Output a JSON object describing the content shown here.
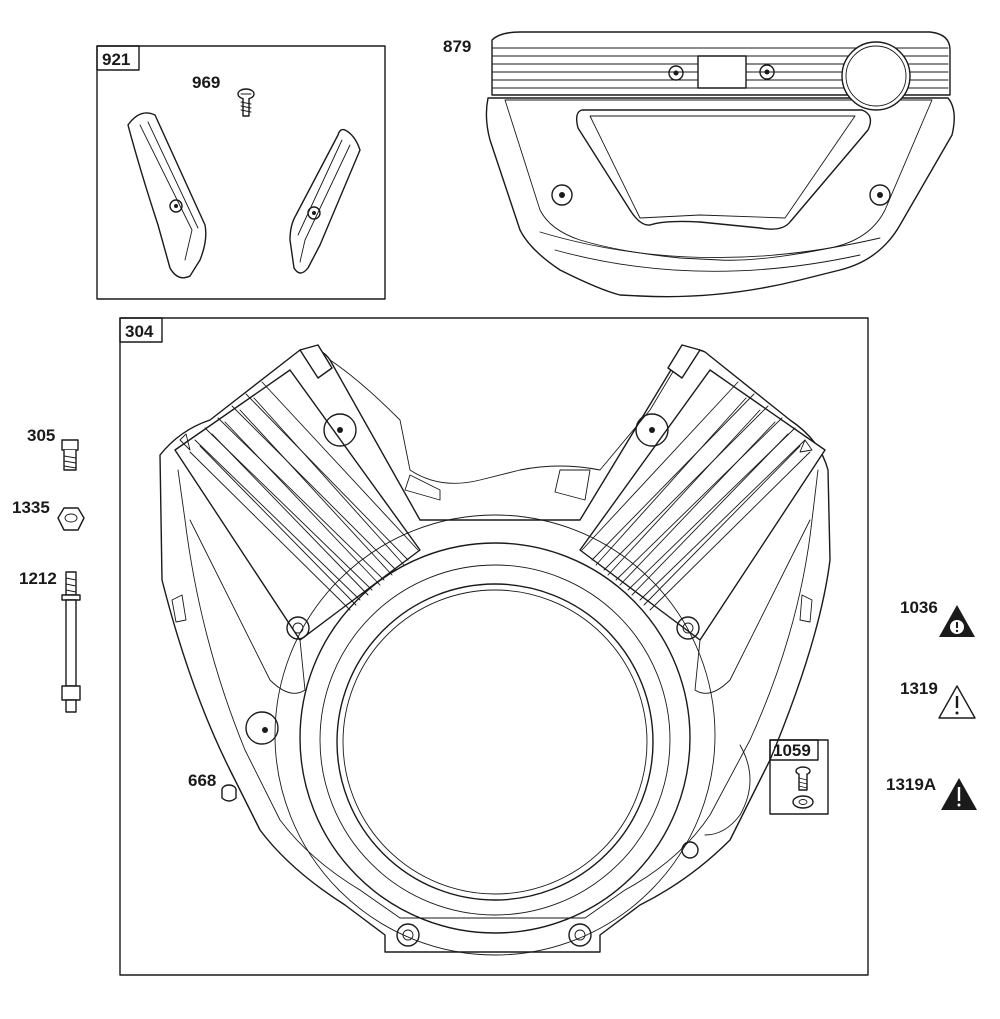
{
  "callouts": {
    "c921": "921",
    "c969": "969",
    "c879": "879",
    "c304": "304",
    "c305": "305",
    "c1335": "1335",
    "c1212": "1212",
    "c668": "668",
    "c1036": "1036",
    "c1319": "1319",
    "c1059": "1059",
    "c1319a": "1319A"
  },
  "icons": {
    "warning": "warning-triangle-icon",
    "screw": "screw-icon",
    "nut": "hex-nut-icon",
    "stud": "stud-icon"
  },
  "colors": {
    "line": "#1a1a1a",
    "background": "#ffffff"
  }
}
